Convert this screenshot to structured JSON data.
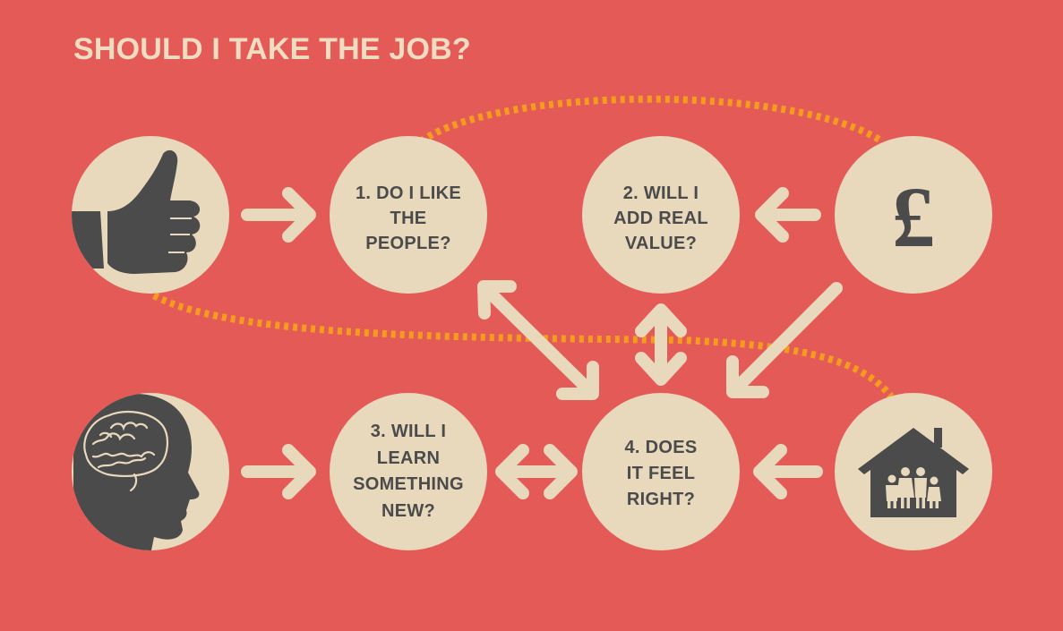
{
  "title": "SHOULD I TAKE THE JOB?",
  "colors": {
    "background": "#e35a57",
    "circle": "#e8d8bc",
    "arrow": "#e8d8bc",
    "icon": "#4b4b4b",
    "dotted": "#f39c1e",
    "title": "#f0dcc0"
  },
  "icons": {
    "thumb": "thumbs-up-icon",
    "pound": "pound-sign-icon",
    "head": "brain-head-icon",
    "house": "family-house-icon"
  },
  "pound_symbol": "£",
  "questions": [
    {
      "id": "q1",
      "lines": [
        "1. DO I LIKE",
        "THE",
        "PEOPLE?"
      ]
    },
    {
      "id": "q2",
      "lines": [
        "2. WILL I",
        "ADD REAL",
        "VALUE?"
      ]
    },
    {
      "id": "q3",
      "lines": [
        "3. WILL I",
        "LEARN",
        "SOMETHING",
        "NEW?"
      ]
    },
    {
      "id": "q4",
      "lines": [
        "4. DOES",
        "IT FEEL",
        "RIGHT?"
      ]
    }
  ]
}
